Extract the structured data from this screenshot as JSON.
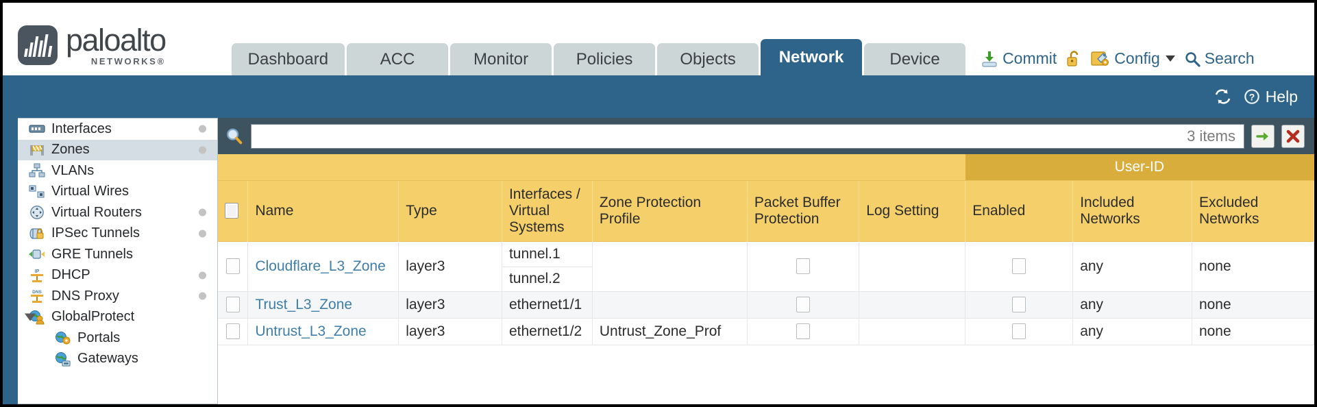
{
  "brand": {
    "name": "paloalto",
    "tagline": "NETWORKS®"
  },
  "nav": {
    "tabs": [
      {
        "label": "Dashboard",
        "active": false
      },
      {
        "label": "ACC",
        "active": false
      },
      {
        "label": "Monitor",
        "active": false
      },
      {
        "label": "Policies",
        "active": false
      },
      {
        "label": "Objects",
        "active": false
      },
      {
        "label": "Network",
        "active": true
      },
      {
        "label": "Device",
        "active": false
      }
    ]
  },
  "toolbar": {
    "commit_label": "Commit",
    "commit_icon": "commit-download-icon",
    "lock_icon": "padlock-icon",
    "config_label": "Config",
    "config_icon": "config-wrench-icon",
    "config_caret": "chevron-down-icon",
    "search_label": "Search",
    "search_icon": "search-icon"
  },
  "banner": {
    "refresh_icon": "refresh-icon",
    "help_label": "Help",
    "help_icon": "help-question-icon"
  },
  "sidebar": {
    "items": [
      {
        "label": "Interfaces",
        "icon": "interfaces-icon",
        "dot": true,
        "selected": false,
        "child": false,
        "expander": false
      },
      {
        "label": "Zones",
        "icon": "zones-icon",
        "dot": true,
        "selected": true,
        "child": false,
        "expander": false
      },
      {
        "label": "VLANs",
        "icon": "vlans-icon",
        "dot": false,
        "selected": false,
        "child": false,
        "expander": false
      },
      {
        "label": "Virtual Wires",
        "icon": "virtual-wires-icon",
        "dot": false,
        "selected": false,
        "child": false,
        "expander": false
      },
      {
        "label": "Virtual Routers",
        "icon": "virtual-routers-icon",
        "dot": true,
        "selected": false,
        "child": false,
        "expander": false
      },
      {
        "label": "IPSec Tunnels",
        "icon": "ipsec-tunnels-icon",
        "dot": true,
        "selected": false,
        "child": false,
        "expander": false
      },
      {
        "label": "GRE Tunnels",
        "icon": "gre-tunnels-icon",
        "dot": false,
        "selected": false,
        "child": false,
        "expander": false
      },
      {
        "label": "DHCP",
        "icon": "dhcp-icon",
        "dot": true,
        "selected": false,
        "child": false,
        "expander": false
      },
      {
        "label": "DNS Proxy",
        "icon": "dns-proxy-icon",
        "dot": true,
        "selected": false,
        "child": false,
        "expander": false
      },
      {
        "label": "GlobalProtect",
        "icon": "globalprotect-icon",
        "dot": false,
        "selected": false,
        "child": false,
        "expander": true
      },
      {
        "label": "Portals",
        "icon": "portals-icon",
        "dot": false,
        "selected": false,
        "child": true,
        "expander": false
      },
      {
        "label": "Gateways",
        "icon": "gateways-icon",
        "dot": false,
        "selected": false,
        "child": true,
        "expander": false
      }
    ]
  },
  "filter": {
    "search_icon": "search-icon",
    "value": "",
    "placeholder": "",
    "count_label": "3 items",
    "apply_icon": "green-arrow-apply-icon",
    "clear_icon": "red-x-clear-icon"
  },
  "table": {
    "group_header": "User-ID",
    "columns": [
      "Name",
      "Type",
      "Interfaces / Virtual Systems",
      "Zone Protection Profile",
      "Packet Buffer Protection",
      "Log Setting",
      "Enabled",
      "Included Networks",
      "Excluded Networks"
    ],
    "rows": [
      {
        "selected": false,
        "name": "Cloudflare_L3_Zone",
        "type": "layer3",
        "interfaces": [
          "tunnel.1",
          "tunnel.2"
        ],
        "zone_protection_profile": "",
        "packet_buffer_protection": false,
        "log_setting": "",
        "userid_enabled": false,
        "included_networks": "any",
        "excluded_networks": "none"
      },
      {
        "selected": false,
        "name": "Trust_L3_Zone",
        "type": "layer3",
        "interfaces": [
          "ethernet1/1"
        ],
        "zone_protection_profile": "",
        "packet_buffer_protection": false,
        "log_setting": "",
        "userid_enabled": false,
        "included_networks": "any",
        "excluded_networks": "none"
      },
      {
        "selected": false,
        "name": "Untrust_L3_Zone",
        "type": "layer3",
        "interfaces": [
          "ethernet1/2"
        ],
        "zone_protection_profile": "Untrust_Zone_Prof",
        "packet_buffer_protection": false,
        "log_setting": "",
        "userid_enabled": false,
        "included_networks": "any",
        "excluded_networks": "none"
      }
    ]
  },
  "colors": {
    "brand_blue": "#2e6489",
    "tab_inactive": "#ccd6d6",
    "table_header_gold": "#f5d06a",
    "group_header_gold": "#d9ad3c",
    "link_blue": "#3f7ea8",
    "content_bg": "#3d5360"
  }
}
